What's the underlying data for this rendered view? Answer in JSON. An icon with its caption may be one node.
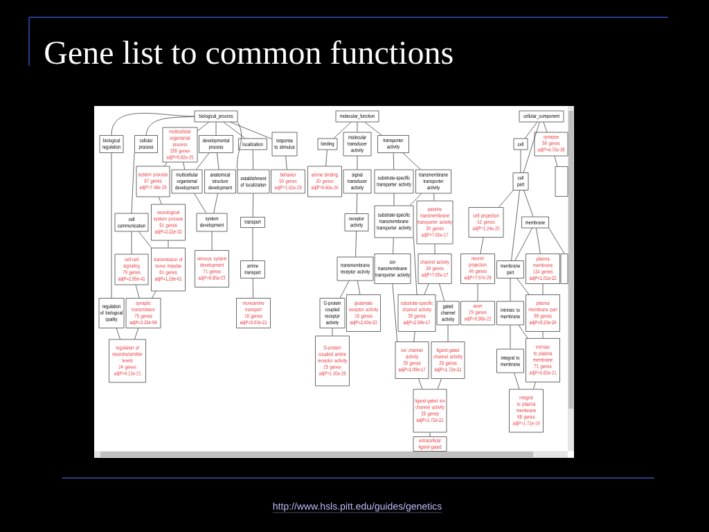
{
  "diagram": {
    "title": "Gene list to common functions",
    "nodes": [
      {
        "text": [
          "biological_process"
        ]
      },
      {
        "text": [
          "biological regulation"
        ]
      },
      {
        "text": [
          "cellular process"
        ]
      },
      {
        "text": [
          "multicellular organismal process",
          "158 genes",
          "adjP=9.82e-25"
        ]
      },
      {
        "text": [
          "developmental process"
        ]
      },
      {
        "text": [
          "localization"
        ]
      },
      {
        "text": [
          "response to stimulus"
        ]
      },
      {
        "text": [
          "binding"
        ]
      },
      {
        "text": [
          "molecular_function"
        ]
      },
      {
        "text": [
          "molecular transducer activity"
        ]
      },
      {
        "text": [
          "transporter activity"
        ]
      },
      {
        "text": [
          "cellular_component"
        ]
      },
      {
        "text": [
          "cell"
        ]
      },
      {
        "text": [
          "synapse",
          "56 genes",
          "adjP=4.70e-38"
        ]
      },
      {
        "text": [
          "system process",
          "97 genes",
          "adjP=7.48e-29"
        ]
      },
      {
        "text": [
          "multicellular organismal development"
        ]
      },
      {
        "text": [
          "anatomical structure development"
        ]
      },
      {
        "text": [
          "establishment of localization"
        ]
      },
      {
        "text": [
          "behavior",
          "50 genes",
          "adjP=1.02e-23"
        ]
      },
      {
        "text": [
          "amine binding",
          "30 genes",
          "adjP=6.60e-26"
        ]
      },
      {
        "text": [
          "signal transducer activity"
        ]
      },
      {
        "text": [
          "substrate-specific transporter activity"
        ]
      },
      {
        "text": [
          "transmembrane transporter activity"
        ]
      },
      {
        "text": [
          "cell part"
        ]
      },
      {
        "text": [],
        "shape": "box"
      },
      {
        "text": [
          "cell communication"
        ]
      },
      {
        "text": [
          "neurological system process",
          "91 genes",
          "adjP=2.22e-32"
        ]
      },
      {
        "text": [
          "system development"
        ]
      },
      {
        "text": [
          "transport"
        ]
      },
      {
        "text": [
          "receptor activity"
        ]
      },
      {
        "text": [
          "substrate-specific transmembrane transporter activity"
        ]
      },
      {
        "text": [
          "passive transmembrane transporter activity",
          "39 genes",
          "adjP=7.05e-17"
        ]
      },
      {
        "text": [
          "cell projection",
          "52 genes",
          "adjP=1.24e-20"
        ]
      },
      {
        "text": [
          "membrane"
        ]
      },
      {
        "text": [
          "cell-cell signaling",
          "79 genes",
          "adjP=2.55e-41"
        ]
      },
      {
        "text": [
          "transmission of nerve impulse",
          "81 genes",
          "adjP=1.19e-61"
        ]
      },
      {
        "text": [
          "nervous system development",
          "71 genes",
          "adjP=6.85e-23"
        ]
      },
      {
        "text": [
          "amine transport"
        ]
      },
      {
        "text": [
          "transmembrane receptor activity"
        ]
      },
      {
        "text": [
          "ion transmembrane transporter activity"
        ]
      },
      {
        "text": [
          "channel activity",
          "39 genes",
          "adjP=7.05e-17"
        ]
      },
      {
        "text": [
          "neuron projection",
          "46 genes",
          "adjP=7.57e-29"
        ]
      },
      {
        "text": [
          "membrane part"
        ]
      },
      {
        "text": [
          "plasma membrane",
          "134 genes",
          "adjP=1.01e-22"
        ]
      },
      {
        "text": [],
        "shape": "box"
      },
      {
        "text": [
          "regulation of biological quality"
        ]
      },
      {
        "text": [
          "synaptic transmission",
          "75 genes",
          "adjP=3.32e-59"
        ]
      },
      {
        "text": [
          "monoamine transport",
          "18 genes",
          "adjP=5.63e-21"
        ]
      },
      {
        "text": [
          "G-protein coupled receptor activity"
        ]
      },
      {
        "text": [
          "glutamate receptor activity",
          "18 genes",
          "adjP=2.93e-23"
        ]
      },
      {
        "text": [
          "substrate-specific channel activity",
          "39 genes",
          "adjP=2.58e-17"
        ]
      },
      {
        "text": [
          "gated channel activity"
        ]
      },
      {
        "text": [
          "axon",
          "29 genes",
          "adjP=6.88e-22"
        ]
      },
      {
        "text": [
          "intrinsic to membrane"
        ]
      },
      {
        "text": [
          "plasma membrane part",
          "99 genes",
          "adjP=8.23e-26"
        ]
      },
      {
        "text": [
          "regulation of neurotransmitter levels",
          "24 genes",
          "adjP=4.13e-21"
        ]
      },
      {
        "text": [
          "G-protein coupled amine receptor activity",
          "23 genes",
          "adjP=1.30e-28"
        ]
      },
      {
        "text": [
          "ion channel activity",
          "39 genes",
          "adjP=1.08e-17"
        ]
      },
      {
        "text": [
          "ligand-gated channel activity",
          "28 genes",
          "adjP=1.72e-21"
        ]
      },
      {
        "text": [
          "integral to membrane"
        ]
      },
      {
        "text": [
          "intrinsic to plasma membrane",
          "71 genes",
          "adjP=5.83e-21"
        ]
      },
      {
        "text": [
          "ligand-gated ion channel activity",
          "28 genes",
          "adjP=1.72e-21"
        ]
      },
      {
        "text": [
          "integral to plasma membrane",
          "68 genes",
          "adjP=1.72e-19"
        ]
      },
      {
        "text": [
          "extracellular ligand-gated"
        ]
      }
    ],
    "edges": [
      {
        "from": 0,
        "to": 1,
        "arrow": "none"
      },
      {
        "from": 0,
        "to": 2,
        "arrow": "none"
      },
      {
        "from": 0,
        "to": 3,
        "arrow": "none"
      },
      {
        "from": 0,
        "to": 4,
        "arrow": "none"
      },
      {
        "from": 0,
        "to": 5,
        "arrow": "none"
      },
      {
        "from": 0,
        "to": 6,
        "arrow": "none"
      },
      {
        "from": 0,
        "to": 17,
        "arrow": "none"
      },
      {
        "from": 1,
        "to": 45,
        "arrow": "none"
      },
      {
        "from": 2,
        "to": 25,
        "arrow": "none"
      },
      {
        "from": 3,
        "to": 14,
        "arrow": "none"
      },
      {
        "from": 3,
        "to": 15,
        "arrow": "none"
      },
      {
        "from": 4,
        "to": 15,
        "arrow": "none"
      },
      {
        "from": 4,
        "to": 16,
        "arrow": "none"
      },
      {
        "from": 14,
        "to": 26,
        "arrow": "none"
      },
      {
        "from": 15,
        "to": 27,
        "arrow": "none"
      },
      {
        "from": 16,
        "to": 27,
        "arrow": "none"
      },
      {
        "from": 25,
        "to": 34,
        "arrow": "none"
      },
      {
        "from": 25,
        "to": 35,
        "arrow": "none"
      },
      {
        "from": 26,
        "to": 35,
        "arrow": "none"
      },
      {
        "from": 27,
        "to": 36,
        "arrow": "none"
      },
      {
        "from": 34,
        "to": 46,
        "arrow": "none"
      },
      {
        "from": 35,
        "to": 46,
        "arrow": "none"
      },
      {
        "from": 45,
        "to": 55,
        "arrow": "none"
      },
      {
        "from": 46,
        "to": 55,
        "arrow": "none"
      },
      {
        "from": 5,
        "to": 17,
        "arrow": "none"
      },
      {
        "from": 17,
        "to": 28,
        "arrow": "none"
      },
      {
        "from": 28,
        "to": 37,
        "arrow": "none"
      },
      {
        "from": 37,
        "to": 47,
        "arrow": "none"
      },
      {
        "from": 6,
        "to": 18,
        "arrow": "none"
      },
      {
        "from": 8,
        "to": 7,
        "arrow": "none"
      },
      {
        "from": 8,
        "to": 9,
        "arrow": "none"
      },
      {
        "from": 8,
        "to": 10,
        "arrow": "none"
      },
      {
        "from": 7,
        "to": 19,
        "arrow": "none"
      },
      {
        "from": 9,
        "to": 20,
        "arrow": "none"
      },
      {
        "from": 20,
        "to": 29,
        "arrow": "none"
      },
      {
        "from": 29,
        "to": 38,
        "arrow": "none"
      },
      {
        "from": 38,
        "to": 48,
        "arrow": "none"
      },
      {
        "from": 38,
        "to": 49,
        "arrow": "none"
      },
      {
        "from": 48,
        "to": 56,
        "arrow": "none"
      },
      {
        "from": 10,
        "to": 21,
        "arrow": "none"
      },
      {
        "from": 10,
        "to": 22,
        "arrow": "none"
      },
      {
        "from": 21,
        "to": 30,
        "arrow": "none"
      },
      {
        "from": 22,
        "to": 30,
        "arrow": "none"
      },
      {
        "from": 22,
        "to": 31,
        "arrow": "none"
      },
      {
        "from": 30,
        "to": 39,
        "arrow": "none"
      },
      {
        "from": 30,
        "to": 50,
        "arrow": "none"
      },
      {
        "from": 31,
        "to": 40,
        "arrow": "none"
      },
      {
        "from": 39,
        "to": 57,
        "arrow": "none"
      },
      {
        "from": 40,
        "to": 50,
        "arrow": "none"
      },
      {
        "from": 40,
        "to": 51,
        "arrow": "none"
      },
      {
        "from": 50,
        "to": 57,
        "arrow": "none"
      },
      {
        "from": 51,
        "to": 58,
        "arrow": "none"
      },
      {
        "from": 57,
        "to": 61,
        "arrow": "none"
      },
      {
        "from": 58,
        "to": 61,
        "arrow": "none"
      },
      {
        "from": 61,
        "to": 63,
        "arrow": "none"
      },
      {
        "from": 11,
        "to": 12,
        "arrow": "none"
      },
      {
        "from": 11,
        "to": 23,
        "arrow": "none"
      },
      {
        "from": 11,
        "to": 13,
        "arrow": "none"
      },
      {
        "from": 12,
        "to": 23,
        "arrow": "none"
      },
      {
        "from": 13,
        "to": 24,
        "arrow": "none"
      },
      {
        "from": 23,
        "to": 32,
        "arrow": "none"
      },
      {
        "from": 23,
        "to": 33,
        "arrow": "none"
      },
      {
        "from": 23,
        "to": 42,
        "arrow": "none"
      },
      {
        "from": 32,
        "to": 41,
        "arrow": "none"
      },
      {
        "from": 41,
        "to": 52,
        "arrow": "none"
      },
      {
        "from": 33,
        "to": 42,
        "arrow": "none"
      },
      {
        "from": 33,
        "to": 43,
        "arrow": "none"
      },
      {
        "from": 33,
        "to": 44,
        "arrow": "none"
      },
      {
        "from": 42,
        "to": 53,
        "arrow": "none"
      },
      {
        "from": 42,
        "to": 54,
        "arrow": "none"
      },
      {
        "from": 43,
        "to": 54,
        "arrow": "none"
      },
      {
        "from": 53,
        "to": 59,
        "arrow": "none"
      },
      {
        "from": 53,
        "to": 60,
        "arrow": "none"
      },
      {
        "from": 54,
        "to": 60,
        "arrow": "none"
      },
      {
        "from": 59,
        "to": 62,
        "arrow": "none"
      },
      {
        "from": 60,
        "to": 62,
        "arrow": "none"
      }
    ],
    "labels": [
      "http://www.hsls.pitt.edu/guides/genetics"
    ]
  }
}
